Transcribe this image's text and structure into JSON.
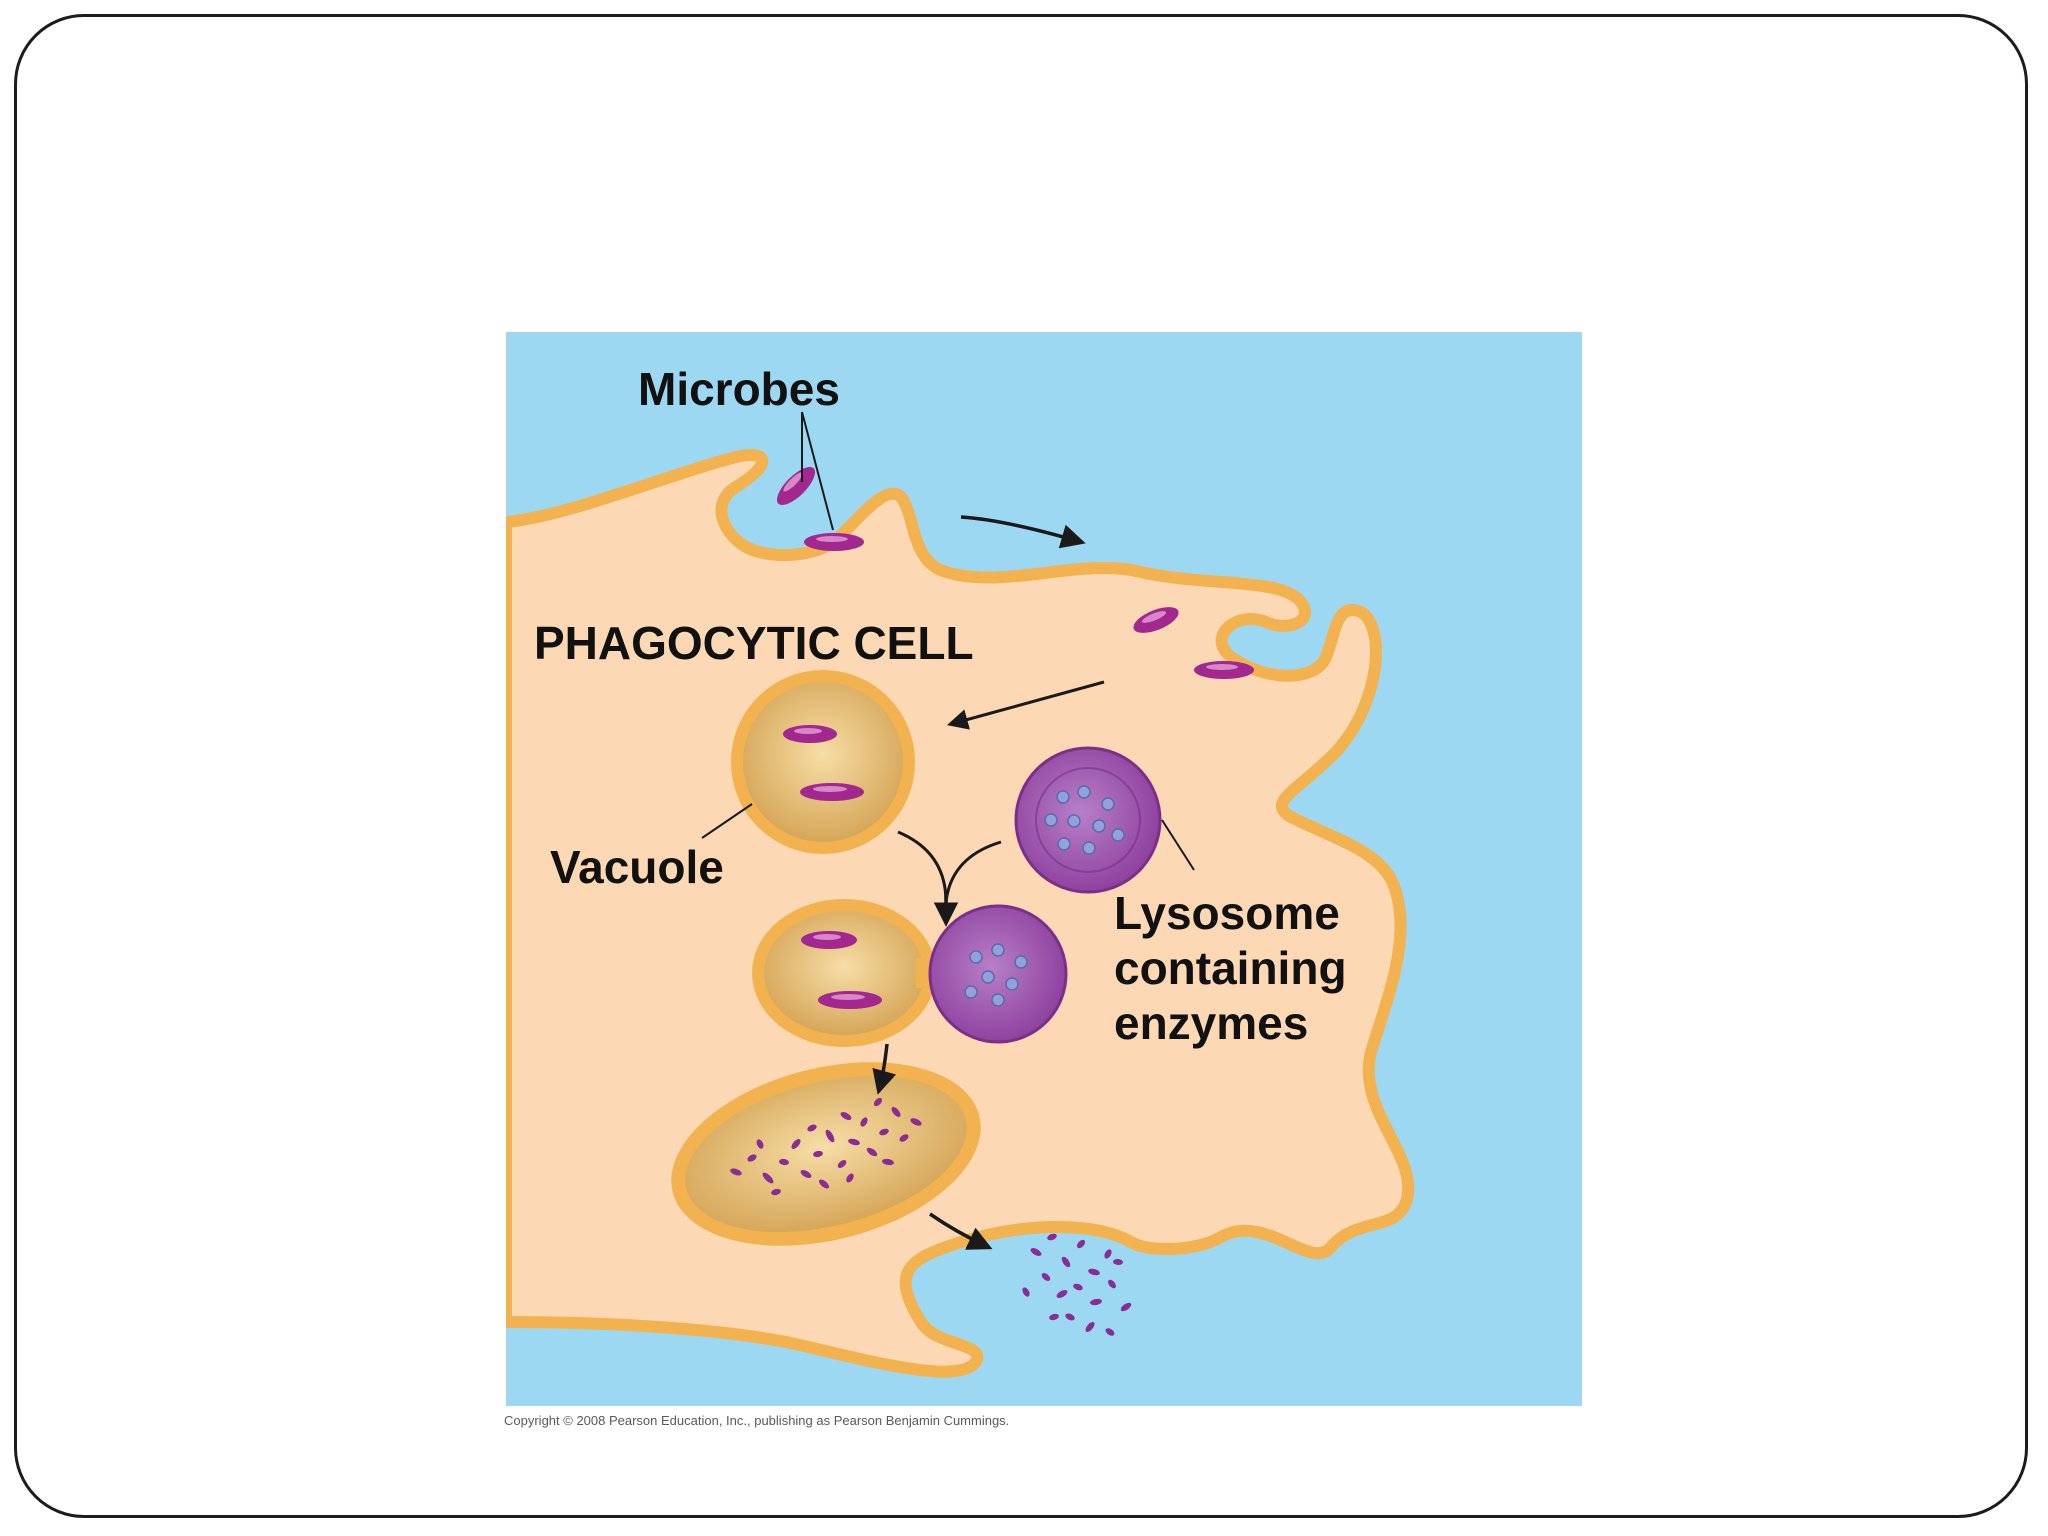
{
  "diagram": {
    "labels": {
      "microbes": "Microbes",
      "cell": "PHAGOCYTIC CELL",
      "vacuole": "Vacuole",
      "lysosome_line1": "Lysosome",
      "lysosome_line2": "containing",
      "lysosome_line3": "enzymes"
    },
    "copyright": "Copyright © 2008 Pearson Education, Inc., publishing as Pearson Benjamin Cummings."
  },
  "colors": {
    "background": "#9dd8f2",
    "cytoplasm": "#fcd9b4",
    "membrane": "#f2b24f",
    "microbe": "#a2278e",
    "lysosome": "#9a4ca8",
    "enzyme": "#8fa2de",
    "vacuole_inner": "#d8b068"
  }
}
